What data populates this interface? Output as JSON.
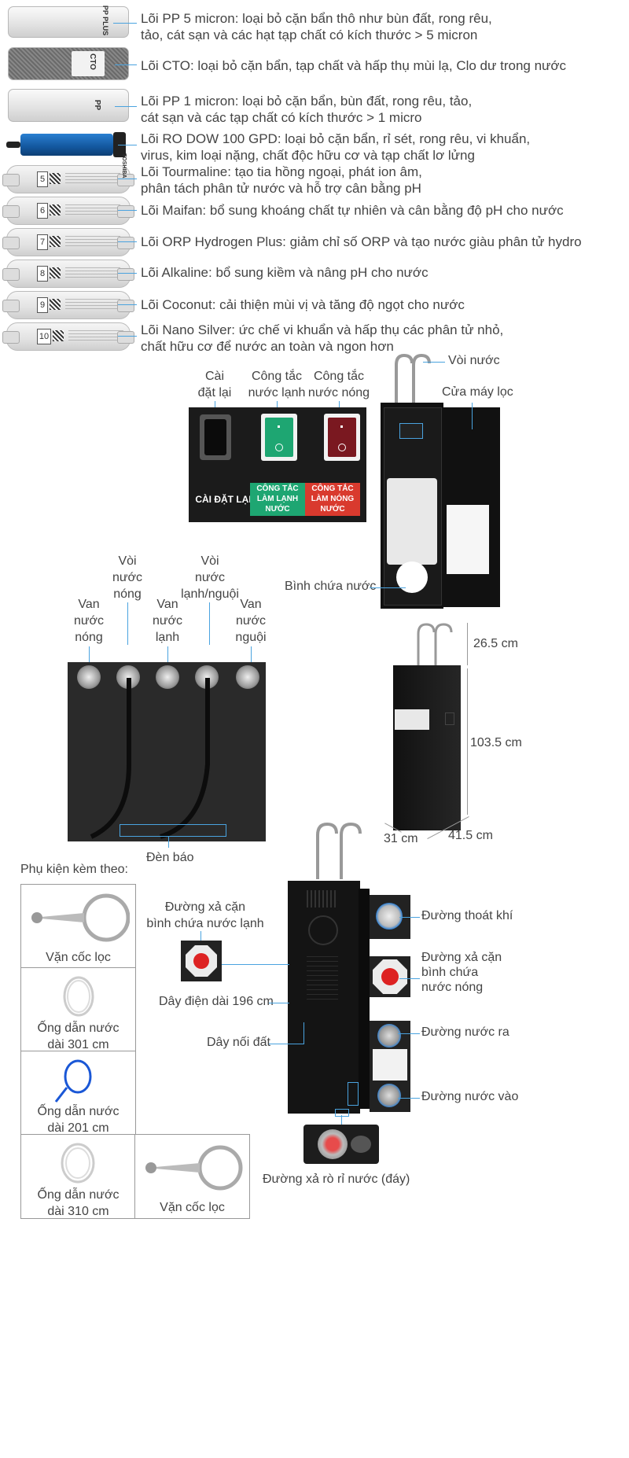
{
  "filters": [
    {
      "brand": "PP PLUS",
      "label_lines": [
        "Lõi PP 5 micron: loại bỏ cặn bẩn thô như bùn đất, rong rêu,",
        "tảo, cát sạn và các hạt tạp chất có kích thước > 5 micron"
      ]
    },
    {
      "brand": "CTO",
      "label_lines": [
        "Lõi CTO: loại bỏ cặn bẩn, tạp chất và hấp thụ mùi lạ, Clo dư trong nước"
      ]
    },
    {
      "brand": "PP",
      "label_lines": [
        "Lõi PP 1 micron: loại bỏ cặn bẩn, bùn đất, rong rêu, tảo,",
        "cát sạn và các tạp chất có kích thước > 1 micro"
      ]
    },
    {
      "brand": "",
      "label_lines": [
        "Lõi RO DOW 100 GPD: loại bỏ cặn bẩn, rỉ sét, rong rêu, vi khuẩn,",
        "virus, kim loại nặng, chất độc hữu cơ và tạp chất lơ lửng"
      ]
    },
    {
      "number": "5",
      "label_lines": [
        "Lõi Tourmaline: tạo tia hồng ngoại, phát ion âm,",
        "phân tách phân tử nước và hỗ trợ cân bằng pH"
      ]
    },
    {
      "number": "6",
      "label_lines": [
        "Lõi Maifan: bổ sung khoáng chất tự nhiên và cân bằng độ pH cho nước"
      ]
    },
    {
      "number": "7",
      "label_lines": [
        "Lõi ORP Hydrogen Plus: giảm chỉ số ORP và tạo nước giàu phân tử hydro"
      ]
    },
    {
      "number": "8",
      "label_lines": [
        "Lõi Alkaline: bổ sung kiềm và nâng pH cho nước"
      ]
    },
    {
      "number": "9",
      "label_lines": [
        "Lõi Coconut: cải thiện mùi vị và tăng độ ngọt cho nước"
      ]
    },
    {
      "number": "10",
      "label_lines": [
        "Lõi Nano Silver: ức chế vi khuẩn và hấp thụ các phân tử nhỏ,",
        "chất hữu cơ để nước an toàn và ngon hơn"
      ]
    }
  ],
  "inline_brand": "TOSHIBA",
  "switch_panel": {
    "reset_top": [
      "Cài",
      "đặt lại"
    ],
    "cold_top": [
      "Công tắc",
      "nước lạnh"
    ],
    "hot_top": [
      "Công tắc",
      "nước nóng"
    ],
    "reset_badge": "CÀI ĐẶT LẠI",
    "cold_badge": [
      "CÔNG TẮC",
      "LÀM LẠNH",
      "NƯỚC"
    ],
    "hot_badge": [
      "CÔNG TẮC",
      "LÀM NÓNG",
      "NƯỚC"
    ]
  },
  "cabinet_labels": {
    "faucet": "Vòi nước",
    "door": "Cửa máy lọc",
    "tank": "Bình chứa nước"
  },
  "top_labels": {
    "hot_faucet": [
      "Vòi",
      "nước",
      "nóng"
    ],
    "mixed_faucet": [
      "Vòi",
      "nước",
      "lạnh/nguội"
    ],
    "hot_valve": [
      "Van",
      "nước",
      "nóng"
    ],
    "cold_valve": [
      "Van",
      "nước",
      "lạnh"
    ],
    "warm_valve": [
      "Van",
      "nước",
      "nguội"
    ],
    "indicator": "Đèn báo"
  },
  "dimensions": {
    "top": "26.5 cm",
    "height": "103.5 cm",
    "depth": "31 cm",
    "width": "41.5 cm"
  },
  "accessories": {
    "title": "Phụ kiện kèm theo:",
    "items": [
      {
        "label_lines": [
          "Vặn cốc lọc"
        ]
      },
      {
        "label_lines": [
          "Ống dẫn nước",
          "dài 301 cm"
        ]
      },
      {
        "label_lines": [
          "Ống dẫn nước",
          "dài 201 cm"
        ]
      },
      {
        "label_lines": [
          "Ống dẫn nước",
          "dài 310 cm"
        ]
      },
      {
        "label_lines": [
          "Vặn cốc lọc"
        ]
      }
    ]
  },
  "back_labels": {
    "drain_cold": [
      "Đường xả cặn",
      "bình chứa nước lạnh"
    ],
    "power_cord": "Dây điện dài 196 cm",
    "ground": "Dây nối đất",
    "air_vent": "Đường thoát khí",
    "drain_hot": [
      "Đường xả cặn",
      "bình chứa",
      "nước nóng"
    ],
    "water_out": "Đường nước ra",
    "water_in": "Đường nước vào",
    "leak_drain": "Đường xả rò rỉ nước (đáy)"
  },
  "colors": {
    "accent": "#4aa3df",
    "cold_green": "#1ea672",
    "hot_red": "#d93a2e",
    "panel_black": "#1b1b1b"
  }
}
